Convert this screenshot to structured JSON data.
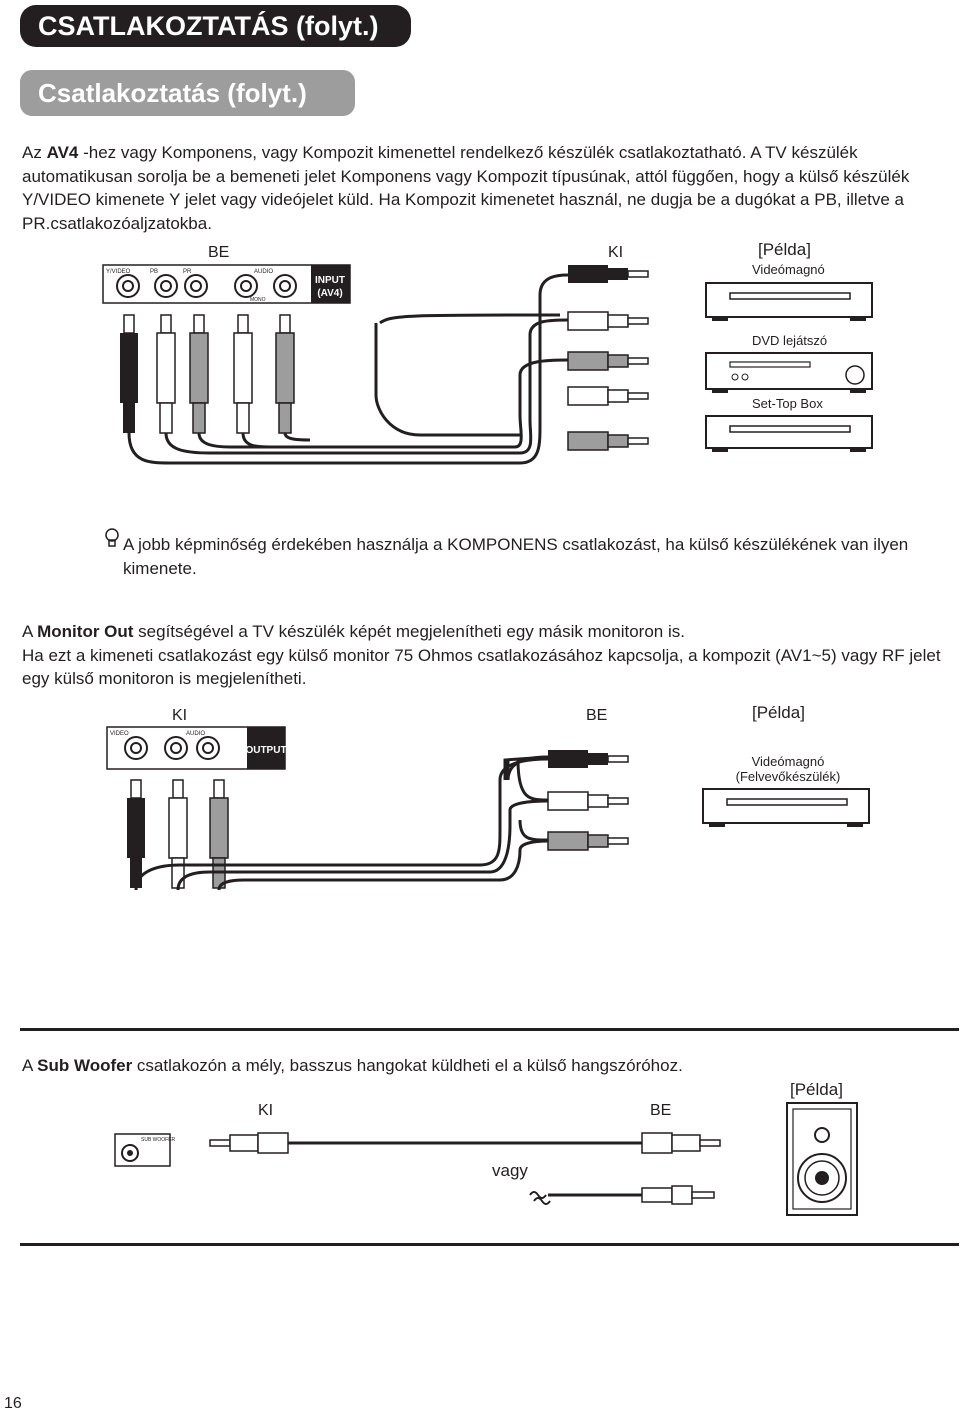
{
  "header": {
    "title": "CSATLAKOZTATÁS (folyt.)",
    "subtitle": "Csatlakoztatás (folyt.)"
  },
  "section1": {
    "p1_pre": "Az ",
    "p1_bold": "AV4",
    "p1_post": " -hez vagy Komponens, vagy Kompozit kimenettel rendelkező készülék csatlakoztatható. A TV készülék automatikusan sorolja be a bemeneti jelet Komponens vagy Kompozit típusúnak, attól függően, hogy a külső készülék Y/VIDEO kimenete Y jelet vagy videójelet küld. Ha Kompozit kimenetet használ, ne dugja be a dugókat a ",
    "pb": "PB",
    "p1_mid": ", illetve a ",
    "pr": "PR",
    "p1_end": ".csatlakozóaljzatokba.",
    "label_be": "BE",
    "label_ki": "KI",
    "label_example": "[Példa]",
    "panel": {
      "yvideo": "Y/VIDEO",
      "pb": "PB",
      "pr": "PR",
      "audio": "AUDIO",
      "mono": "MONO",
      "input1": "INPUT",
      "input2": "(AV4)"
    },
    "devices": [
      "Videómagnó",
      "DVD lejátszó",
      "Set-Top Box"
    ],
    "note": "A jobb képminőség érdekében használja a KOMPONENS csatlakozást, ha külső készülékének van ilyen kimenete."
  },
  "section2": {
    "l1_pre": "A ",
    "l1_bold": "Monitor Out",
    "l1_post": " segítségével a TV készülék képét megjelenítheti egy másik monitoron is.",
    "l2": "Ha ezt a kimeneti csatlakozást egy külső monitor 75 Ohmos csatlakozásához kapcsolja, a kompozit (AV1~5) vagy RF jelet egy külső monitoron is megjelenítheti.",
    "label_ki": "KI",
    "label_be": "BE",
    "label_example": "[Példa]",
    "panel": {
      "video": "VIDEO",
      "audio": "AUDIO",
      "output": "OUTPUT"
    },
    "device1": "Videómagnó",
    "device2": "(Felvevőkészülék)"
  },
  "section3": {
    "pre": "A ",
    "bold": "Sub Woofer",
    "post": " csatlakozón a mély, basszus hangokat küldheti el a külső hangszóróhoz.",
    "label_ki": "KI",
    "label_be": "BE",
    "label_example": "[Példa]",
    "label_or": "vagy",
    "jack_label": "SUB WOOFER"
  },
  "footer": {
    "page_number": "16"
  }
}
